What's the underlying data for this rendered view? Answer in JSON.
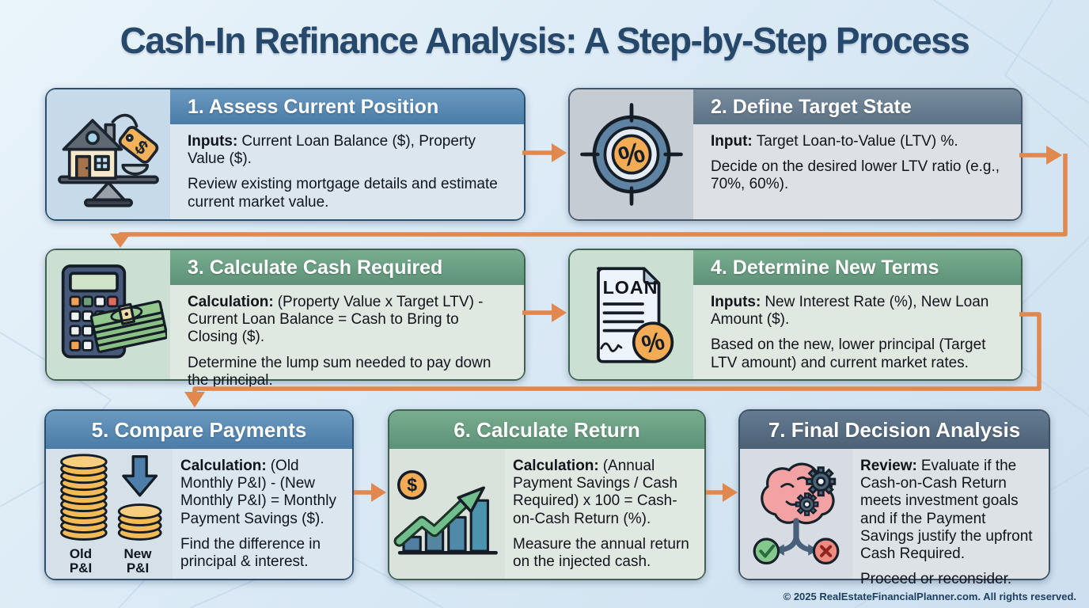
{
  "title": "Cash-In Refinance Analysis: A Step-by-Step Process",
  "footer": "© 2025 RealEstateFinancialPlanner.com. All rights reserved.",
  "palette": {
    "background": "#d9e8f4",
    "accent_arrow": "#e0884d",
    "header_blue": "#4a7ca7",
    "header_slate": "#5c7385",
    "header_green": "#5e9277",
    "header_dark_slate": "#4c6175",
    "title_text": "#26486a",
    "body_text": "#10151c"
  },
  "steps": [
    {
      "heading": "1. Assess Current Position",
      "lead": "Inputs:",
      "para1": "Current Loan Balance ($), Property Value ($).",
      "para2": "Review existing mortgage details and estimate current market value.",
      "icon": "house-balance-scale-icon"
    },
    {
      "heading": "2. Define Target State",
      "lead": "Input:",
      "para1": "Target Loan-to-Value (LTV) %.",
      "para2": "Decide on the desired lower LTV ratio (e.g., 70%, 60%).",
      "icon": "target-percent-icon"
    },
    {
      "heading": "3. Calculate Cash Required",
      "lead": "Calculation:",
      "para1": "(Property Value x Target LTV) - Current Loan Balance = Cash to Bring to Closing ($).",
      "para2": "Determine the lump sum needed to pay down the principal.",
      "icon": "calculator-cash-icon"
    },
    {
      "heading": "4. Determine New Terms",
      "lead": "Inputs:",
      "para1": "New Interest Rate (%), New Loan Amount ($).",
      "para2": "Based on the new, lower principal (Target LTV amount) and current market rates.",
      "icon": "loan-document-icon"
    },
    {
      "heading": "5. Compare Payments",
      "lead": "Calculation:",
      "para1": "(Old Monthly P&I) - (New Monthly P&I) = Monthly Payment Savings ($).",
      "para2": "Find the difference in principal & interest.",
      "icon": "coin-stacks-icon"
    },
    {
      "heading": "6. Calculate Return",
      "lead": "Calculation:",
      "para1": "(Annual Payment Savings / Cash Required) x 100 = Cash-on-Cash Return (%).",
      "para2": "Measure the annual return on the injected cash.",
      "icon": "growth-chart-icon"
    },
    {
      "heading": "7. Final Decision Analysis",
      "lead": "Review:",
      "para1": "Evaluate if the Cash-on-Cash Return meets investment goals and if the Payment Savings justify the upfront Cash Required.",
      "para2": "Proceed or reconsider.",
      "icon": "brain-decision-icon"
    }
  ],
  "icon_text": {
    "tag_dollar": "$",
    "target_percent": "%",
    "loan_title": "LOAN",
    "loan_percent": "%",
    "coin_dollar": "$",
    "old_coins_label": "Old P&I",
    "new_coins_label": "New P&I"
  }
}
